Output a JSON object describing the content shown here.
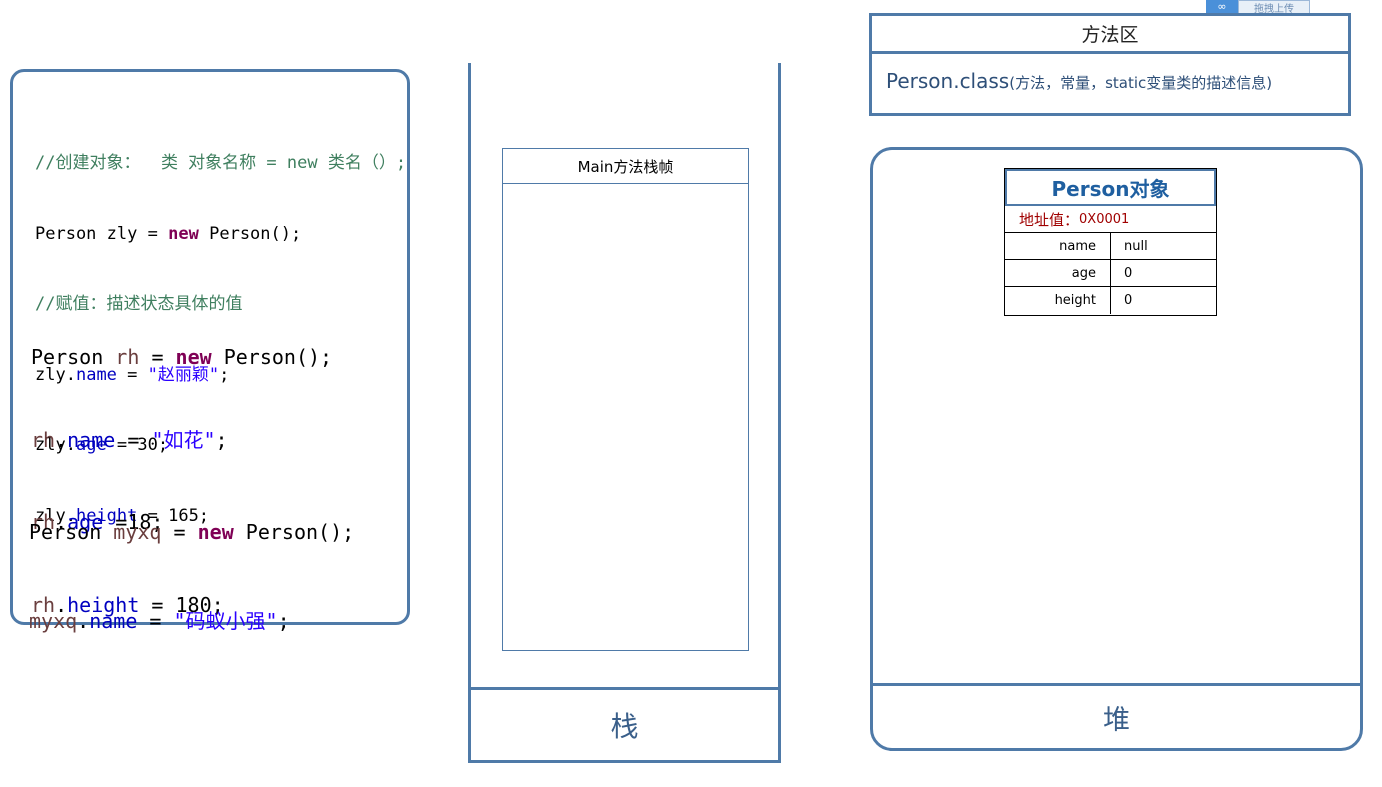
{
  "code": {
    "block1": {
      "comment1": "//创建对象：  类 对象名称 = new 类名（）;",
      "l2_type": "Person",
      "l2_var": "zly",
      "l2_eq": "=",
      "l2_new": "new",
      "l2_ctor": "Person();",
      "comment2": "//赋值：描述状态具体的值",
      "l4_obj": "zly",
      "l4_field": "name",
      "l4_rest": " = ",
      "l4_str": "\"赵丽颖\"",
      "l4_end": ";",
      "l5_obj": "zly",
      "l5_field": "age",
      "l5_rest": " = 30;",
      "l6_obj": "zly",
      "l6_field": "height",
      "l6_rest": " = 165;"
    },
    "block2": {
      "l1_type": "Person",
      "l1_var": "rh",
      "l1_eq": "=",
      "l1_new": "new",
      "l1_ctor": "Person();",
      "l2_obj": "rh",
      "l2_field": "name",
      "l2_rest": " = ",
      "l2_str": "\"如花\"",
      "l2_end": ";",
      "l3_obj": "rh",
      "l3_field": "age",
      "l3_rest": " =18;",
      "l4_obj": "rh",
      "l4_field": "height",
      "l4_rest": " = 180;"
    },
    "block3": {
      "l1_type": "Person",
      "l1_var": "myxq",
      "l1_eq": "=",
      "l1_new": "new",
      "l1_ctor": "Person();",
      "l2_obj": "myxq",
      "l2_field": "name",
      "l2_rest": " = ",
      "l2_str": "\"码蚁小强\"",
      "l2_end": ";"
    }
  },
  "stack": {
    "label": "栈",
    "frame_title": "Main方法栈帧"
  },
  "method_area": {
    "title": "方法区",
    "class_name": "Person.class",
    "description": "(方法，常量，static变量类的描述信息)"
  },
  "badge": {
    "icon": "∞",
    "text": "拖拽上传"
  },
  "heap": {
    "label": "堆",
    "object": {
      "title": "Person对象",
      "address_label": "地址值：",
      "address_value": "0X0001",
      "fields": [
        {
          "name": "name",
          "value": "null"
        },
        {
          "name": "age",
          "value": "0"
        },
        {
          "name": "height",
          "value": "0"
        }
      ]
    }
  }
}
